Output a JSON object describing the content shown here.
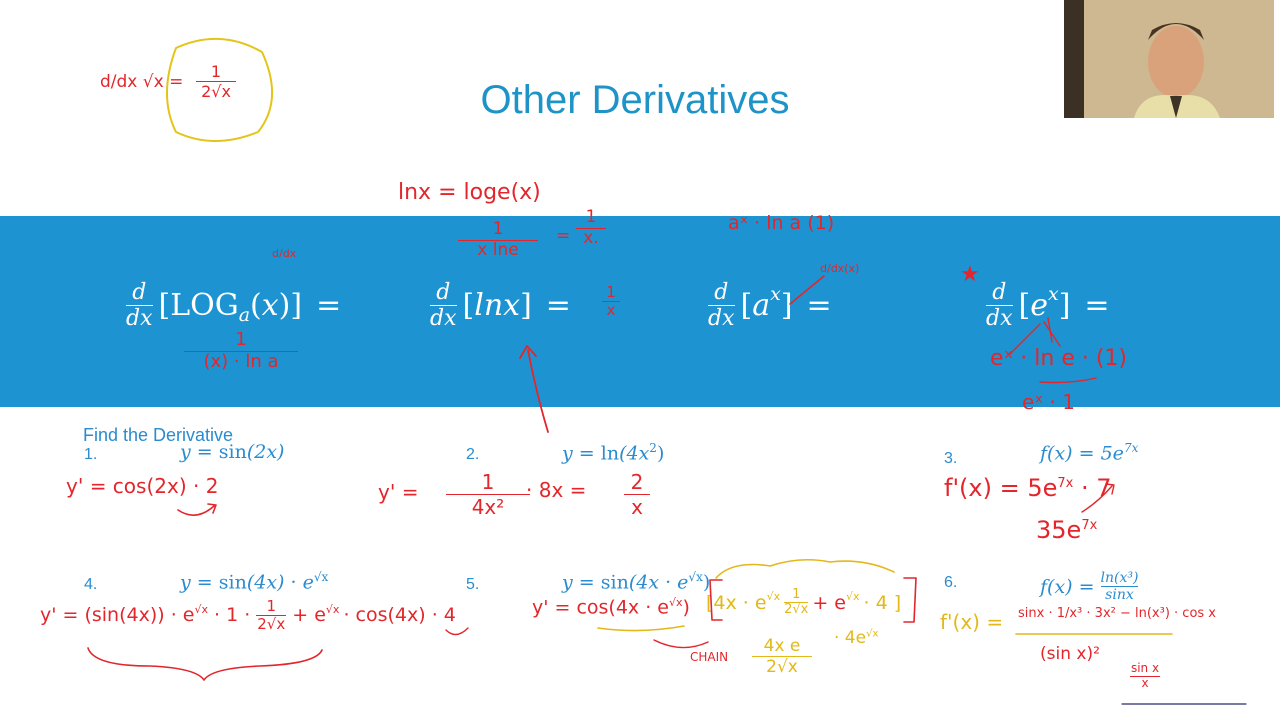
{
  "slide": {
    "title": "Other Derivatives",
    "rules": [
      {
        "d": "d",
        "dx": "dx",
        "open": "[",
        "fn": "LOG",
        "base": "a",
        "arg_open": "(",
        "arg": "x",
        "arg_close": ")",
        "close": "]",
        "eq": "="
      },
      {
        "d": "d",
        "dx": "dx",
        "open": "[",
        "fn": "lnx",
        "close": "]",
        "eq": "="
      },
      {
        "d": "d",
        "dx": "dx",
        "open": "[",
        "fn": "a",
        "exp": "x",
        "close": "]",
        "eq": "="
      },
      {
        "d": "d",
        "dx": "dx",
        "open": "[",
        "fn": "e",
        "exp": "x",
        "close": "]",
        "eq": "="
      }
    ],
    "find_heading": "Find the Derivative",
    "problems": [
      {
        "number": "1.",
        "lhs": "y",
        "eq": "=",
        "rhs_fn": "sin",
        "rhs_arg": "(2x)"
      },
      {
        "number": "2.",
        "lhs": "y",
        "eq": "=",
        "rhs_fn": "ln",
        "rhs_arg": "(4x",
        "rhs_sup": "2",
        "rhs_close": ")"
      },
      {
        "number": "3.",
        "lhs": "f(x)",
        "eq": "=",
        "rhs_fn": "5e",
        "rhs_sup": "7x"
      },
      {
        "number": "4.",
        "lhs": "y",
        "eq": "=",
        "rhs_fn": "sin",
        "rhs_arg": "(4x) · e",
        "rhs_sup": "√x"
      },
      {
        "number": "5.",
        "lhs": "y",
        "eq": "=",
        "rhs_fn": "sin",
        "rhs_arg": "(4x · e",
        "rhs_sup": "√x",
        "rhs_close": ")"
      },
      {
        "number": "6.",
        "lhs": "f(x)",
        "eq": "=",
        "frac_num": "ln(x³)",
        "frac_den": "sinx"
      }
    ]
  },
  "annotations": {
    "sqrt_rule_lhs": "d/dx √x =",
    "sqrt_rule_rhs_num": "1",
    "sqrt_rule_rhs_den": "2√x",
    "lnx_def": "lnx = loge(x)",
    "lnx_frac_num": "1",
    "lnx_frac_den": "x lne",
    "lnx_equals": "=",
    "lnx_result_num": "1",
    "lnx_result_den": "x.",
    "ax_result": "aˣ · ln a (1)",
    "ax_inner": "d/dx(x)",
    "log_above": "d/dx",
    "log_result_num": "1",
    "log_result_den": "(x) · ln a",
    "lnx_rule_result_num": "1",
    "lnx_rule_result_den": "x",
    "ex_star": "★",
    "ex_line1": "eˣ · ln e · (1)",
    "ex_line2": "eˣ · 1",
    "p1_work": "y' = cos(2x) · 2",
    "p2_lhs": "y' =",
    "p2_frac_num": "1",
    "p2_frac_den": "4x²",
    "p2_times": "· 8x =",
    "p2_result_num": "2",
    "p2_result_den": "x",
    "p3_work": "f'(x) = 5e",
    "p3_exp": "7x",
    "p3_times": "· 7",
    "p3_result": "35e",
    "p3_result_exp": "7x",
    "p4_work": "y' = (sin(4x)) · e",
    "p4_exp": "√x",
    "p4_mid": "· 1 ·",
    "p4_frac_num": "1",
    "p4_frac_den": "2√x",
    "p4_plus": "+ e",
    "p4_plus_exp": "√x",
    "p4_end": "· cos(4x) · 4",
    "p5_work": "y' = cos(4x · e",
    "p5_exp": "√x",
    "p5_close": ")",
    "p5_bracket": "[4x · e",
    "p5_bracket_exp": "√x",
    "p5_frac_num": "1",
    "p5_frac_den": "2√x",
    "p5_plus": "+ e",
    "p5_plus_exp": "√x",
    "p5_four": "· 4 ]",
    "p5_line2_num": "4x e",
    "p5_line2_den": "2√x",
    "p5_line2_tail": "· 4e",
    "p5_line2_tail_exp": "√x",
    "p5_chain": "CHAIN",
    "p6_lhs": "f'(x) =",
    "p6_numerator": "sinx · 1/x³ · 3x² − ln(x³) · cos x",
    "p6_denominator": "(sin x)²",
    "p6_side_num": "sin x",
    "p6_side_den": "x"
  },
  "colors": {
    "title": "#1e93c8",
    "band": "#1e93d1",
    "ink_red": "#e3262b",
    "ink_yellow": "#e3b818",
    "problem_text": "#2a8ccf"
  }
}
